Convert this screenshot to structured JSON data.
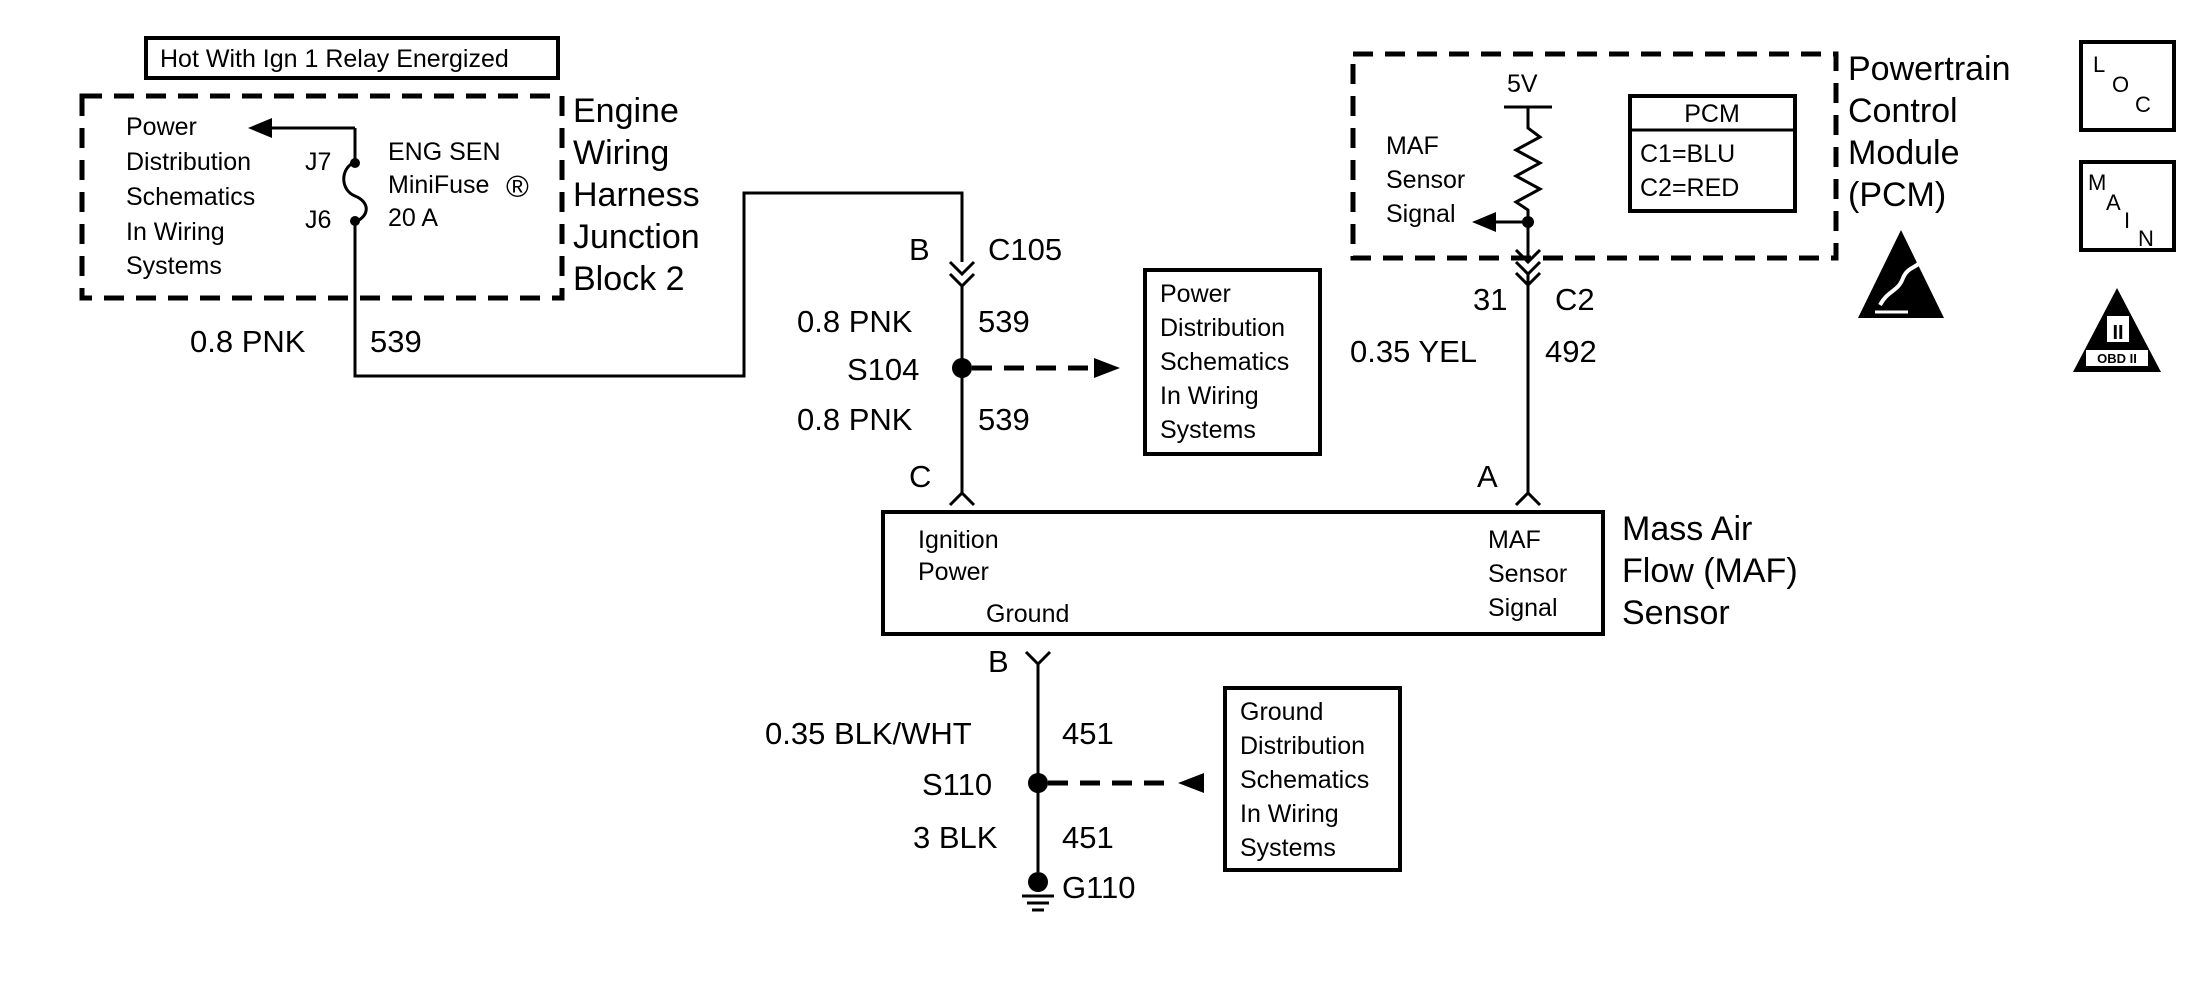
{
  "header": {
    "hot_label": "Hot With Ign 1 Relay Energized"
  },
  "junction_block": {
    "name_lines": [
      "Engine",
      "Wiring",
      "Harness",
      "Junction",
      "Block 2"
    ],
    "power_ref_lines": [
      "Power",
      "Distribution",
      "Schematics",
      "In Wiring",
      "Systems"
    ],
    "pin_top": "J7",
    "pin_bottom": "J6",
    "fuse_lines": [
      "ENG SEN",
      "MiniFuse",
      "20 A"
    ],
    "fuse_reg_mark": "®"
  },
  "wires": {
    "w1_gauge": "0.8 PNK",
    "w1_circuit": "539",
    "w2_gauge": "0.8 PNK",
    "w2_circuit": "539",
    "w3_gauge": "0.8 PNK",
    "w3_circuit": "539",
    "w4_gauge": "0.35 YEL",
    "w4_circuit": "492",
    "w5_gauge": "0.35 BLK/WHT",
    "w5_circuit": "451",
    "w6_gauge": "3 BLK",
    "w6_circuit": "451"
  },
  "connectors": {
    "c105_name": "C105",
    "c105_top_pin": "B",
    "c105_bottom_pin": "C",
    "pcm_pin": "31",
    "pcm_connector": "C2",
    "maf_a_pin": "A",
    "maf_b_pin": "B"
  },
  "splices": {
    "s104": "S104",
    "s110": "S110"
  },
  "ground": {
    "name": "G110"
  },
  "power_ref_box": {
    "lines": [
      "Power",
      "Distribution",
      "Schematics",
      "In Wiring",
      "Systems"
    ]
  },
  "ground_ref_box": {
    "lines": [
      "Ground",
      "Distribution",
      "Schematics",
      "In Wiring",
      "Systems"
    ]
  },
  "pcm": {
    "name_lines": [
      "Powertrain",
      "Control",
      "Module",
      "(PCM)"
    ],
    "voltage": "5V",
    "signal_lines": [
      "MAF",
      "Sensor",
      "Signal"
    ],
    "table_title": "PCM",
    "table_rows": [
      "C1=BLU",
      "C2=RED"
    ]
  },
  "maf": {
    "name_lines": [
      "Mass Air",
      "Flow (MAF)",
      "Sensor"
    ],
    "ignition_lines": [
      "Ignition",
      "Power"
    ],
    "ground_label": "Ground",
    "signal_lines": [
      "MAF",
      "Sensor",
      "Signal"
    ]
  },
  "icons": {
    "loc": {
      "l": "L",
      "o": "O",
      "c": "C"
    },
    "main": {
      "m": "M",
      "a": "A",
      "i": "I",
      "n": "N"
    },
    "obd": {
      "numeral": "II",
      "label": "OBD II"
    }
  }
}
